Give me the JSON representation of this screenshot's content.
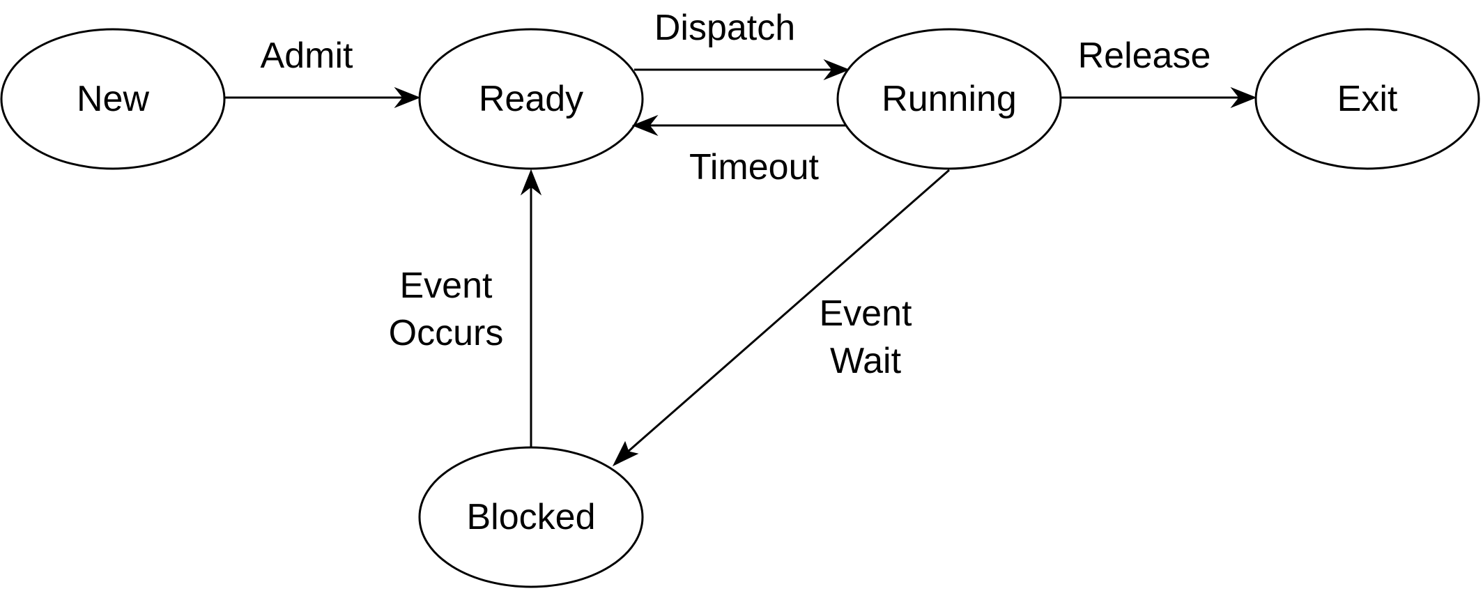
{
  "colors": {
    "background": "#ffffff",
    "stroke": "#000000",
    "text": "#000000"
  },
  "states": {
    "new": "New",
    "ready": "Ready",
    "running": "Running",
    "exit": "Exit",
    "blocked": "Blocked"
  },
  "transitions": {
    "admit": "Admit",
    "dispatch": "Dispatch",
    "timeout": "Timeout",
    "release": "Release",
    "event_occurs": [
      "Event",
      "Occurs"
    ],
    "event_wait": [
      "Event",
      "Wait"
    ]
  }
}
